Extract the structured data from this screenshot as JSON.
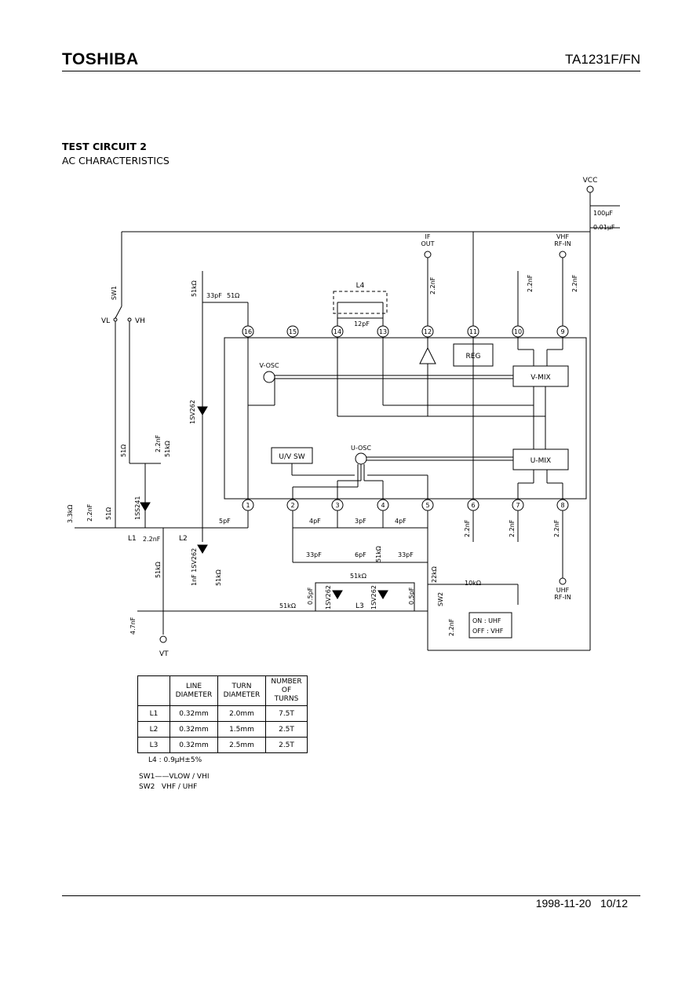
{
  "header": {
    "brand": "TOSHIBA",
    "part_number": "TA1231F/FN"
  },
  "section": {
    "title": "TEST CIRCUIT 2",
    "subtitle": "AC CHARACTERISTICS"
  },
  "circuit": {
    "vcc": "VCC",
    "vt": "VT",
    "pins": [
      "1",
      "2",
      "3",
      "4",
      "5",
      "6",
      "7",
      "8",
      "9",
      "10",
      "11",
      "12",
      "13",
      "14",
      "15",
      "16"
    ],
    "blocks": {
      "v_osc": "V-OSC",
      "u_osc": "U-OSC",
      "uv_sw": "U/V SW",
      "reg": "REG",
      "v_mix": "V-MIX",
      "u_mix": "U-MIX"
    },
    "terminals": {
      "if_out": "IF\nOUT",
      "vhf_rf_in": "VHF\nRF-IN",
      "uhf_rf_in": "UHF\nRF-IN"
    },
    "switches": {
      "sw1": "SW1",
      "sw2": "SW2",
      "vl": "VL",
      "vh": "VH",
      "sw2_on": "ON : UHF",
      "sw2_off": "OFF : VHF"
    },
    "inductors": {
      "l1": "L1",
      "l2": "L2",
      "l3": "L3",
      "l4": "L4"
    },
    "components": {
      "c100u": "100μF",
      "c001u": "0.01μF",
      "c2n2": "2.2nF",
      "c33p": "33pF",
      "c12p": "12pF",
      "c5p": "5pF",
      "c4p": "4pF",
      "c3p": "3pF",
      "c6p": "6pF",
      "c05p": "0.5pF",
      "c1n": "1nF",
      "c4n7": "4.7nF",
      "r51k": "51kΩ",
      "r51": "51Ω",
      "r3k3": "3.3kΩ",
      "r22k": "22kΩ",
      "r10k": "10kΩ",
      "d1sv262": "1SV262",
      "d1ss241": "1SS241"
    }
  },
  "coil_table": {
    "headers": [
      "",
      "LINE\nDIAMETER",
      "TURN\nDIAMETER",
      "NUMBER\nOF TURNS"
    ],
    "rows": [
      {
        "coil": "L1",
        "line": "0.32mm",
        "turn": "2.0mm",
        "number": "7.5T"
      },
      {
        "coil": "L2",
        "line": "0.32mm",
        "turn": "1.5mm",
        "number": "2.5T"
      },
      {
        "coil": "L3",
        "line": "0.32mm",
        "turn": "2.5mm",
        "number": "2.5T"
      }
    ]
  },
  "notes": [
    "L4 : 0.9μH±5%",
    "SW1——VLOW / VHI",
    "SW2   VHF / UHF"
  ],
  "footer": {
    "date": "1998-11-20",
    "page": "10/12"
  }
}
